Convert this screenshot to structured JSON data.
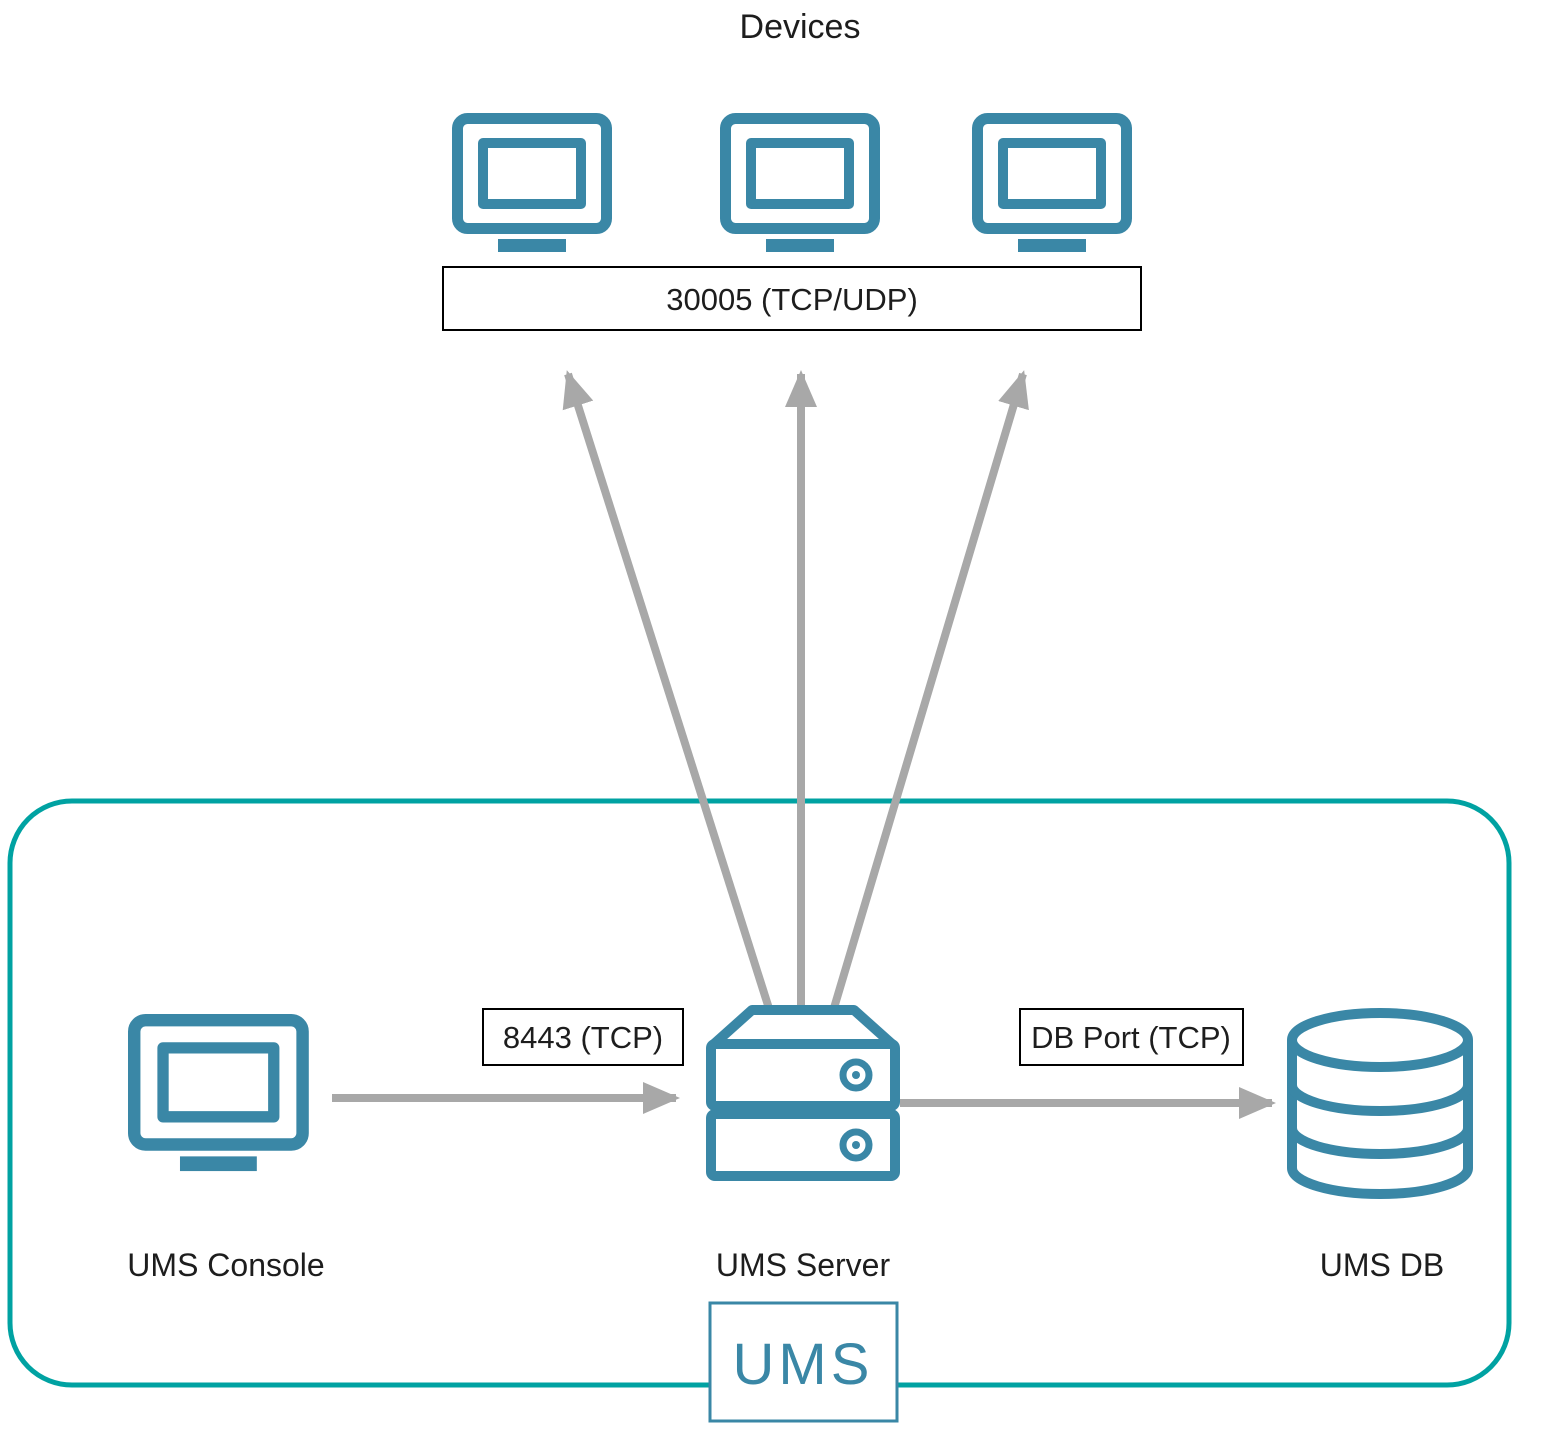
{
  "diagram": {
    "title": "Devices",
    "devices_port_label": "30005 (TCP/UDP)",
    "console_port_label": "8443 (TCP)",
    "db_port_label": "DB Port (TCP)",
    "nodes": {
      "console": "UMS Console",
      "server": "UMS Server",
      "db": "UMS DB"
    },
    "logo": "UMS",
    "colors": {
      "icon": "#3A87A6",
      "boundary": "#00A2A2",
      "arrow": "#A8A8A8",
      "text": "#1D1D1D"
    }
  }
}
